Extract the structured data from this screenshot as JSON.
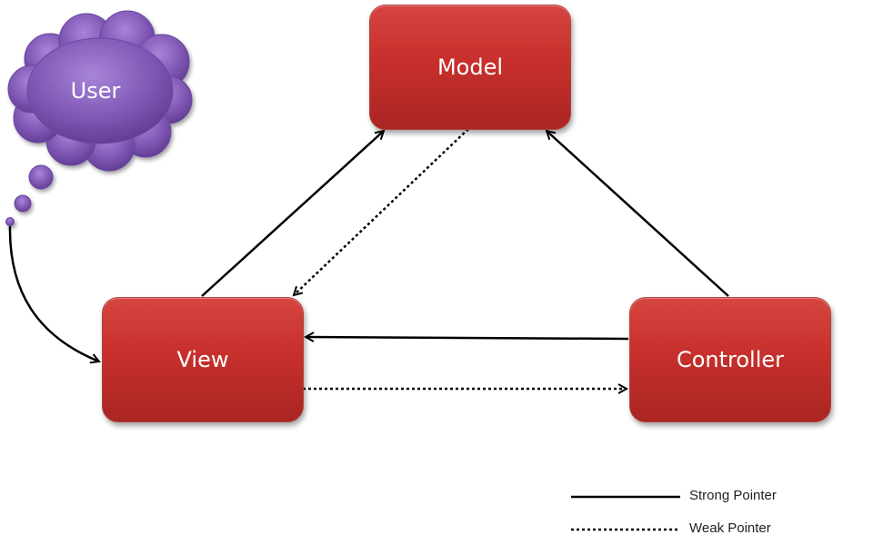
{
  "nodes": {
    "model": "Model",
    "view": "View",
    "controller": "Controller",
    "user": "User"
  },
  "legend": {
    "strong": "Strong Pointer",
    "weak": "Weak Pointer"
  },
  "edges": [
    {
      "from": "View",
      "to": "Model",
      "style": "strong"
    },
    {
      "from": "Model",
      "to": "View",
      "style": "weak"
    },
    {
      "from": "Controller",
      "to": "Model",
      "style": "strong"
    },
    {
      "from": "Controller",
      "to": "View",
      "style": "strong"
    },
    {
      "from": "View",
      "to": "Controller",
      "style": "weak"
    },
    {
      "from": "User",
      "to": "View",
      "style": "strong"
    }
  ],
  "colors": {
    "node_fill": "#c7302c",
    "user_fill": "#7e56b4",
    "arrow": "#000000"
  }
}
